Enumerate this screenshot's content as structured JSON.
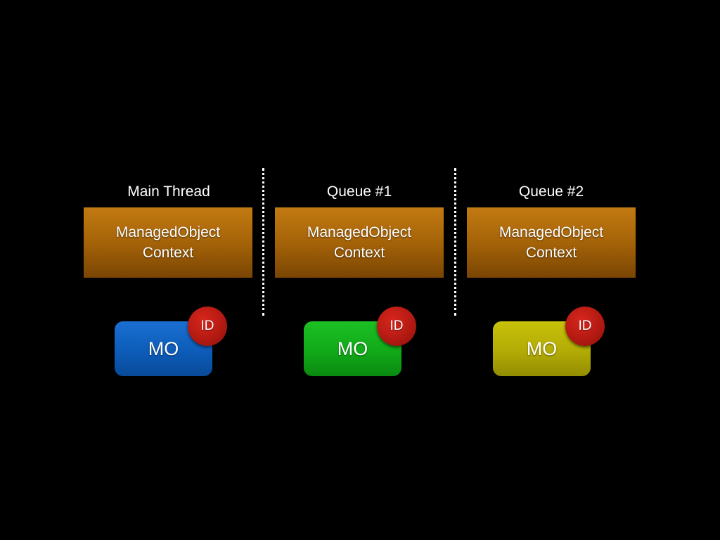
{
  "columns": [
    {
      "label": "Main Thread",
      "context_line1": "ManagedObject",
      "context_line2": "Context",
      "object_label": "MO",
      "object_color": "#0d5cb8",
      "badge_label": "ID"
    },
    {
      "label": "Queue #1",
      "context_line1": "ManagedObject",
      "context_line2": "Context",
      "object_label": "MO",
      "object_color": "#11a919",
      "badge_label": "ID"
    },
    {
      "label": "Queue #2",
      "context_line1": "ManagedObject",
      "context_line2": "Context",
      "object_label": "MO",
      "object_color": "#b2ab05",
      "badge_label": "ID"
    }
  ],
  "colors": {
    "background": "#000000",
    "context_box": "#a56308",
    "badge": "#b31a12",
    "divider": "#ffffff"
  }
}
